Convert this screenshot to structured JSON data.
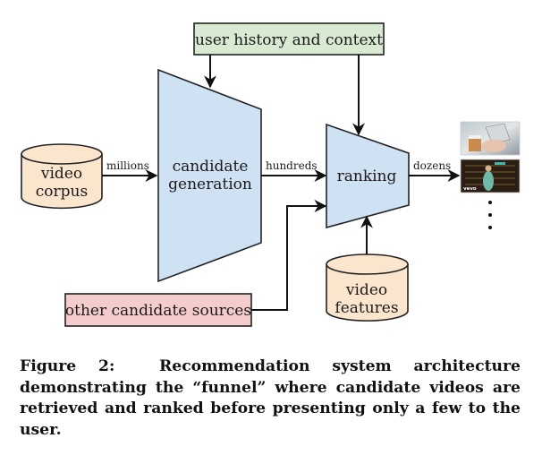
{
  "diagram": {
    "nodes": {
      "user_history": {
        "label": "user history and context",
        "fill": "#d9ead3"
      },
      "video_corpus": {
        "line1": "video",
        "line2": "corpus",
        "fill": "#fce5cd"
      },
      "candidate_generation": {
        "line1": "candidate",
        "line2": "generation",
        "fill": "#cfe2f3"
      },
      "ranking": {
        "label": "ranking",
        "fill": "#cfe2f3"
      },
      "other_sources": {
        "label": "other candidate sources",
        "fill": "#f4cccc"
      },
      "video_features": {
        "line1": "video",
        "line2": "features",
        "fill": "#fce5cd"
      }
    },
    "edges": {
      "corpus_to_generation": "millions",
      "generation_to_ranking": "hundreds",
      "ranking_to_output": "dozens"
    },
    "output": {
      "thumbnails": [
        "person-holding-phone-and-coffee-thumbnail",
        "vevo-dancer-thumbnail"
      ],
      "thumbnail_badge": "vevo",
      "more_indicator": "vertical-ellipsis"
    }
  },
  "caption": {
    "prefix": "Figure 2:",
    "text": "Recommendation system architecture demonstrating the “funnel” where candidate videos are retrieved and ranked before presenting only a few to the user."
  }
}
